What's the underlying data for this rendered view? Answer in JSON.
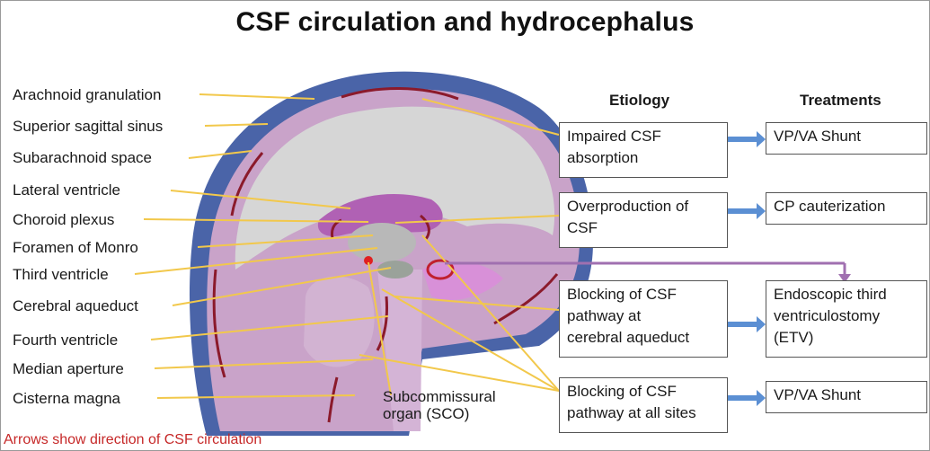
{
  "title": "CSF circulation and hydrocephalus",
  "anatomy_labels": [
    "Arachnoid granulation",
    "Superior sagittal sinus",
    "Subarachnoid space",
    "Lateral ventricle",
    "Choroid plexus",
    "Foramen of Monro",
    "Third ventricle",
    "Cerebral aqueduct",
    "Fourth ventricle",
    "Median aperture",
    "Cisterna magna"
  ],
  "sco_label": [
    "Subcommissural",
    "organ (SCO)"
  ],
  "headers": {
    "etiology": "Etiology",
    "treatments": "Treatments"
  },
  "etiology": [
    [
      "Impaired CSF",
      "absorption"
    ],
    [
      "Overproduction of",
      "CSF"
    ],
    [
      "Blocking of CSF",
      "pathway at",
      "cerebral aqueduct"
    ],
    [
      "Blocking of CSF",
      "pathway at all sites"
    ]
  ],
  "treatments": [
    [
      "VP/VA Shunt"
    ],
    [
      "CP cauterization"
    ],
    [
      "Endoscopic third",
      "ventriculostomy",
      "(ETV)"
    ],
    [
      "VP/VA Shunt"
    ]
  ],
  "footnote": "Arrows show direction of CSF circulation",
  "colors": {
    "leader_line": "#f2c84b",
    "sinus_blue": "#4a64a8",
    "brain_pink": "#c9a3c9",
    "ventricle_purple": "#b061b4",
    "arrow_red": "#8b1a2b",
    "treatment_arrow": "#5b8fd3",
    "note_red": "#c62828"
  }
}
